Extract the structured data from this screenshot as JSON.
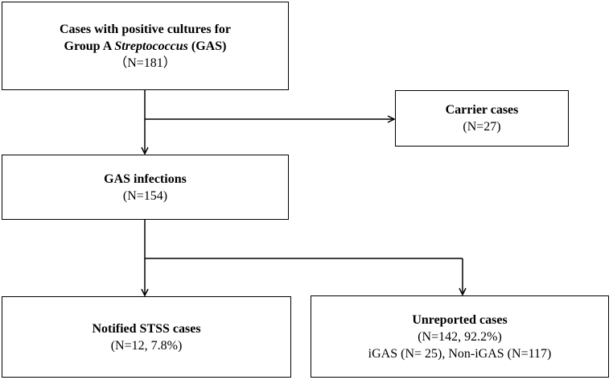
{
  "boxes": {
    "positive": {
      "line1": "Cases with positive cultures for",
      "line2_pre": "Group A ",
      "line2_italic": "Streptococcus",
      "line2_post": " (GAS)",
      "count": "（N=181）"
    },
    "carrier": {
      "title": "Carrier cases",
      "count": "(N=27)"
    },
    "gas_infections": {
      "title": "GAS infections",
      "count": "(N=154)"
    },
    "notified": {
      "title": "Notified STSS cases",
      "count": "(N=12, 7.8%)"
    },
    "unreported": {
      "title": "Unreported cases",
      "count": "(N=142, 92.2%)",
      "breakdown": "iGAS (N= 25), Non-iGAS (N=117)"
    }
  },
  "colors": {
    "line": "#000000",
    "background": "#ffffff"
  }
}
